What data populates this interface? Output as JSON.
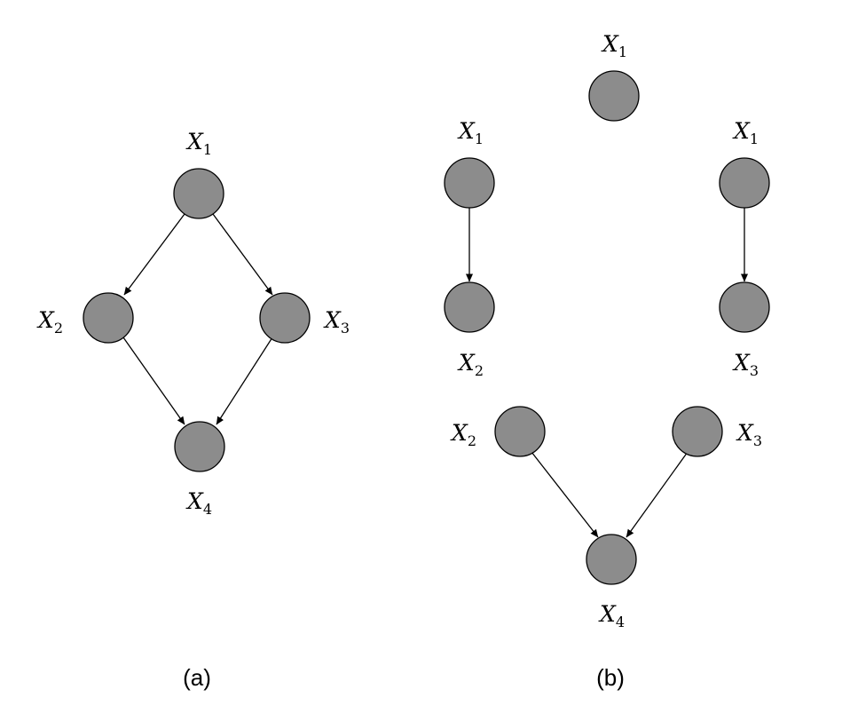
{
  "panels": [
    {
      "caption": "(a)",
      "nodes": [
        {
          "var": "X",
          "sub": "1"
        },
        {
          "var": "X",
          "sub": "2"
        },
        {
          "var": "X",
          "sub": "3"
        },
        {
          "var": "X",
          "sub": "4"
        }
      ]
    },
    {
      "caption": "(b)",
      "nodes": [
        {
          "var": "X",
          "sub": "1"
        },
        {
          "var": "X",
          "sub": "1"
        },
        {
          "var": "X",
          "sub": "2"
        },
        {
          "var": "X",
          "sub": "1"
        },
        {
          "var": "X",
          "sub": "3"
        },
        {
          "var": "X",
          "sub": "2"
        },
        {
          "var": "X",
          "sub": "3"
        },
        {
          "var": "X",
          "sub": "4"
        }
      ]
    }
  ],
  "colors": {
    "node_fill": "#8c8c8c",
    "edge": "#000000"
  }
}
